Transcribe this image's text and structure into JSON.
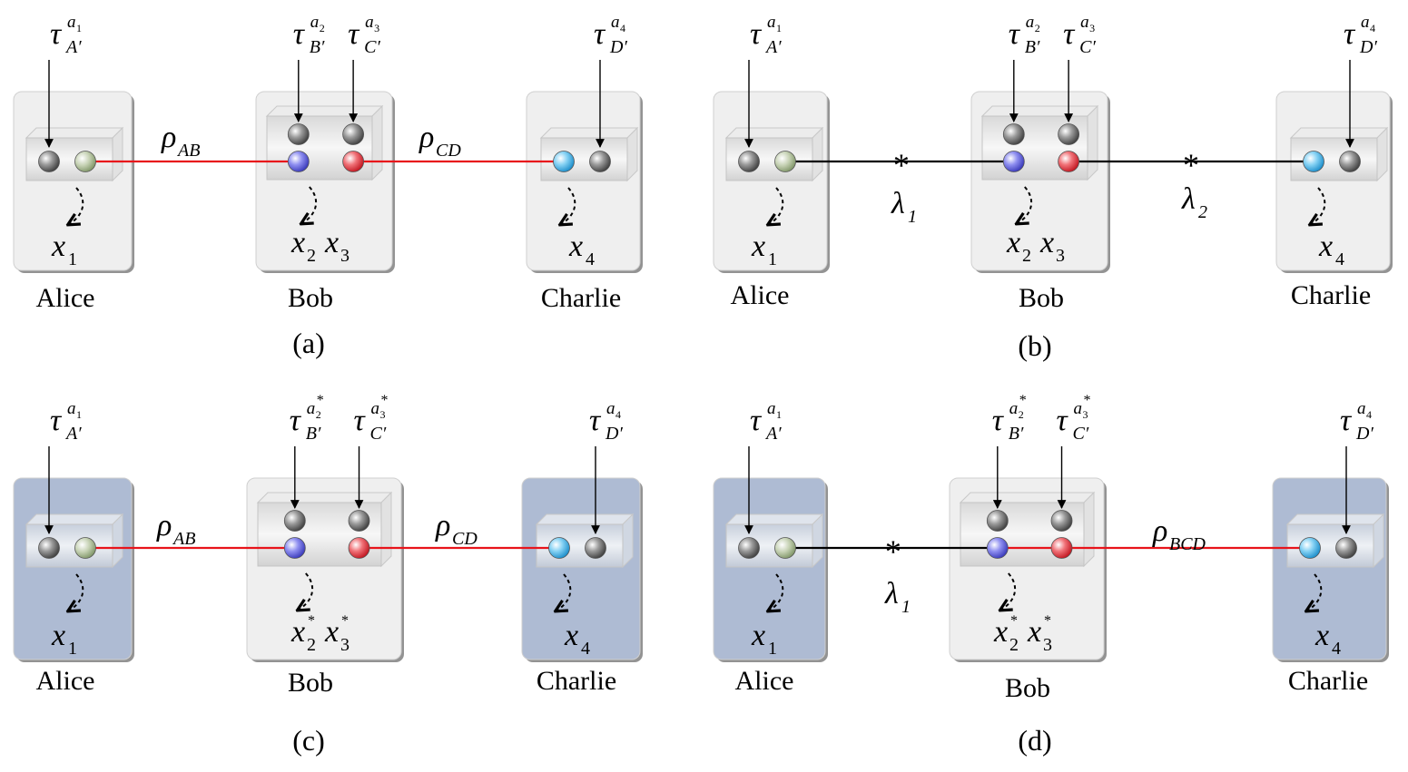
{
  "panels": [
    {
      "caption": "(a)",
      "parties": [
        {
          "name": "Alice",
          "input": "τ",
          "input_sub": "A′",
          "input_sup": "a",
          "input_sup_sub": "1",
          "output": "x",
          "output_sub": "1"
        },
        {
          "name": "Bob",
          "inputs": [
            {
              "sym": "τ",
              "sub": "B′",
              "sup": "a",
              "sup_sub": "2",
              "star": ""
            },
            {
              "sym": "τ",
              "sub": "C′",
              "sup": "a",
              "sup_sub": "3",
              "star": ""
            }
          ],
          "outputs": [
            {
              "sym": "x",
              "sub": "2",
              "star": ""
            },
            {
              "sym": "x",
              "sub": "3",
              "star": ""
            }
          ]
        },
        {
          "name": "Charlie",
          "input": "τ",
          "input_sub": "D′",
          "input_sup": "a",
          "input_sup_sub": "4",
          "output": "x",
          "output_sub": "4"
        }
      ],
      "links": [
        {
          "sym": "ρ",
          "sub": "AB",
          "type": "quantum"
        },
        {
          "sym": "ρ",
          "sub": "CD",
          "type": "quantum"
        }
      ]
    },
    {
      "caption": "(b)",
      "parties": [
        {
          "name": "Alice",
          "input": "τ",
          "input_sub": "A′",
          "input_sup": "a",
          "input_sup_sub": "1",
          "output": "x",
          "output_sub": "1"
        },
        {
          "name": "Bob",
          "inputs": [
            {
              "sym": "τ",
              "sub": "B′",
              "sup": "a",
              "sup_sub": "2",
              "star": ""
            },
            {
              "sym": "τ",
              "sub": "C′",
              "sup": "a",
              "sup_sub": "3",
              "star": ""
            }
          ],
          "outputs": [
            {
              "sym": "x",
              "sub": "2",
              "star": ""
            },
            {
              "sym": "x",
              "sub": "3",
              "star": ""
            }
          ]
        },
        {
          "name": "Charlie",
          "input": "τ",
          "input_sub": "D′",
          "input_sup": "a",
          "input_sup_sub": "4",
          "output": "x",
          "output_sub": "4"
        }
      ],
      "links": [
        {
          "sym": "λ",
          "sub": "1",
          "type": "classical",
          "marker": "*"
        },
        {
          "sym": "λ",
          "sub": "2",
          "type": "classical",
          "marker": "*"
        }
      ]
    },
    {
      "caption": "(c)",
      "parties": [
        {
          "name": "Alice",
          "input": "τ",
          "input_sub": "A′",
          "input_sup": "a",
          "input_sup_sub": "1",
          "output": "x",
          "output_sub": "1"
        },
        {
          "name": "Bob",
          "inputs": [
            {
              "sym": "τ",
              "sub": "B′",
              "sup": "a",
              "sup_sub": "2",
              "star": "*"
            },
            {
              "sym": "τ",
              "sub": "C′",
              "sup": "a",
              "sup_sub": "3",
              "star": "*"
            }
          ],
          "outputs": [
            {
              "sym": "x",
              "sub": "2",
              "star": "*"
            },
            {
              "sym": "x",
              "sub": "3",
              "star": "*"
            }
          ]
        },
        {
          "name": "Charlie",
          "input": "τ",
          "input_sub": "D′",
          "input_sup": "a",
          "input_sup_sub": "4",
          "output": "x",
          "output_sub": "4"
        }
      ],
      "links": [
        {
          "sym": "ρ",
          "sub": "AB",
          "type": "quantum"
        },
        {
          "sym": "ρ",
          "sub": "CD",
          "type": "quantum"
        }
      ]
    },
    {
      "caption": "(d)",
      "parties": [
        {
          "name": "Alice",
          "input": "τ",
          "input_sub": "A′",
          "input_sup": "a",
          "input_sup_sub": "1",
          "output": "x",
          "output_sub": "1"
        },
        {
          "name": "Bob",
          "inputs": [
            {
              "sym": "τ",
              "sub": "B′",
              "sup": "a",
              "sup_sub": "2",
              "star": "*"
            },
            {
              "sym": "τ",
              "sub": "C′",
              "sup": "a",
              "sup_sub": "3",
              "star": "*"
            }
          ],
          "outputs": [
            {
              "sym": "x",
              "sub": "2",
              "star": "*"
            },
            {
              "sym": "x",
              "sub": "3",
              "star": "*"
            }
          ]
        },
        {
          "name": "Charlie",
          "input": "τ",
          "input_sub": "D′",
          "input_sup": "a",
          "input_sup_sub": "4",
          "output": "x",
          "output_sub": "4"
        }
      ],
      "links": [
        {
          "sym": "λ",
          "sub": "1",
          "type": "classical",
          "marker": "*"
        },
        {
          "sym": "ρ",
          "sub": "BCD",
          "type": "quantum"
        }
      ]
    }
  ],
  "colors": {
    "party_gray": "#efefef",
    "party_blue": "#aebbd3",
    "quantum_link": "#e8141b",
    "classical_link": "#000000",
    "ball_gray": "#6b6b6b",
    "ball_green": "#9aae84",
    "ball_blue": "#5a5ad6",
    "ball_red": "#e0333b",
    "ball_cyan": "#48b6e8"
  }
}
